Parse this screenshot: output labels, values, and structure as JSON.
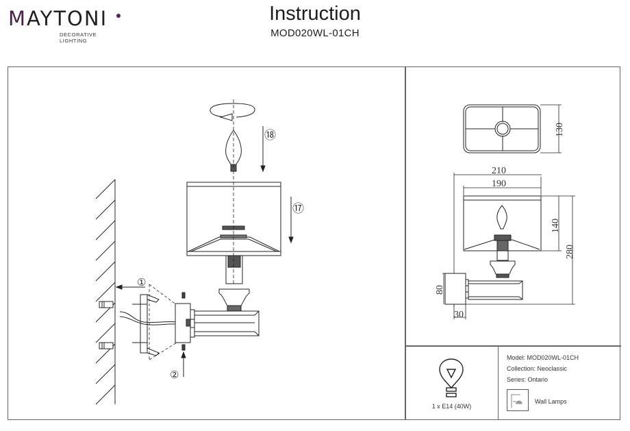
{
  "header": {
    "brand": {
      "name_first_letter": "M",
      "name_rest": "AYTONI",
      "tagline": "DECORATIVE LIGHTING",
      "accent_color": "#5a1f5e"
    },
    "title": "Instruction",
    "model_code": "MOD020WL-01CH"
  },
  "assembly": {
    "step_labels": [
      "①",
      "②",
      "⑰",
      "⑱"
    ]
  },
  "dimensions": {
    "top_view_depth": "130",
    "overall_width": "210",
    "shade_width": "190",
    "shade_height": "140",
    "overall_height": "280",
    "backplate_height": "80",
    "backplate_depth": "30"
  },
  "spec": {
    "bulb_icon": "light-bulb-icon",
    "bulb": "1 x E14 (40W)",
    "model": "Model: MOD020WL-01CH",
    "collection": "Collection: Neoclassic",
    "series": "Series: Ontario",
    "category_icon": "wall-lamp-icon",
    "category": "Wall Lamps"
  }
}
